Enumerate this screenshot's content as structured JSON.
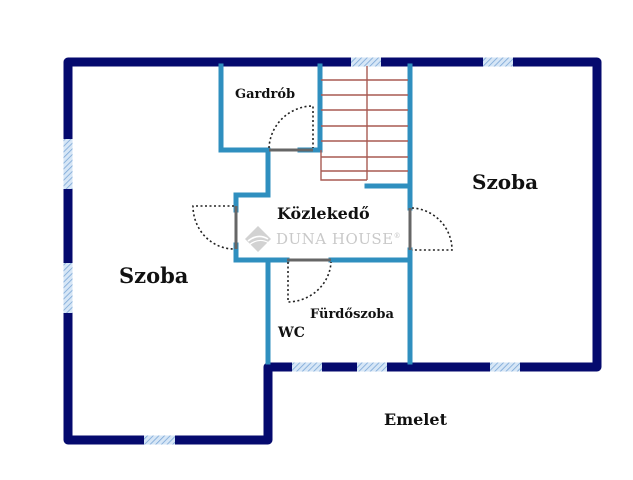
{
  "plan": {
    "floor_label": "Emelet",
    "rooms": [
      {
        "id": "szoba-left",
        "label": "Szoba"
      },
      {
        "id": "szoba-right",
        "label": "Szoba"
      },
      {
        "id": "gardrob",
        "label": "Gardrób"
      },
      {
        "id": "kozlekedo",
        "label": "Közlekedő"
      },
      {
        "id": "furdoszoba",
        "label": "Fürdőszoba"
      },
      {
        "id": "wc",
        "label": "WC"
      }
    ],
    "watermark": "DUNA HOUSE",
    "watermark_mark": "®"
  },
  "colors": {
    "outer_wall": "#050a6e",
    "inner_wall": "#2f8fbf",
    "stairs": "#a85a52",
    "window": "#a9c7e8",
    "door_leaf": "#666666",
    "door_swing": "#222222",
    "text": "#111111",
    "watermark": "#c9c9c9"
  }
}
